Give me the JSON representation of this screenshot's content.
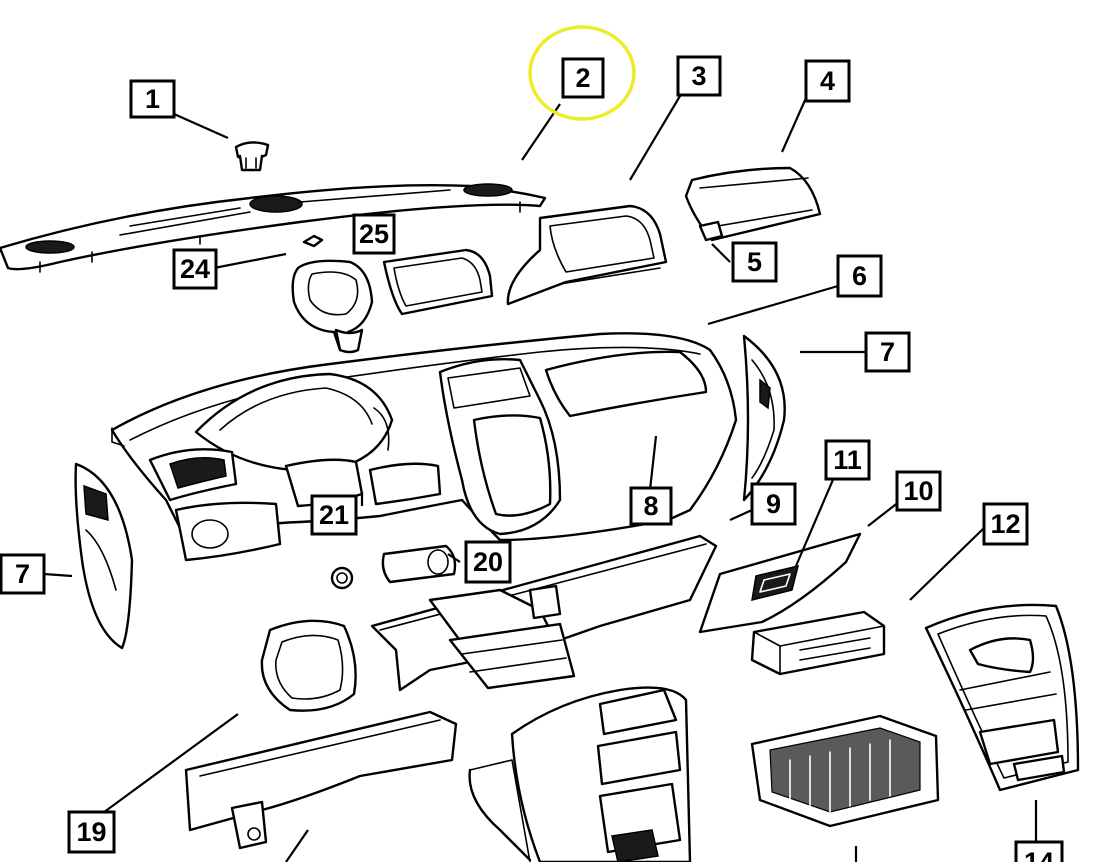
{
  "highlight_color": "#ecec28",
  "callouts": {
    "c1": "1",
    "c2": "2",
    "c3": "3",
    "c4": "4",
    "c5": "5",
    "c6": "6",
    "c7a": "7",
    "c7b": "7",
    "c8": "8",
    "c9": "9",
    "c10": "10",
    "c11": "11",
    "c12": "12",
    "c14": "14",
    "c19": "19",
    "c20": "20",
    "c21": "21",
    "c24": "24",
    "c25": "25"
  },
  "highlighted_callout": "2"
}
